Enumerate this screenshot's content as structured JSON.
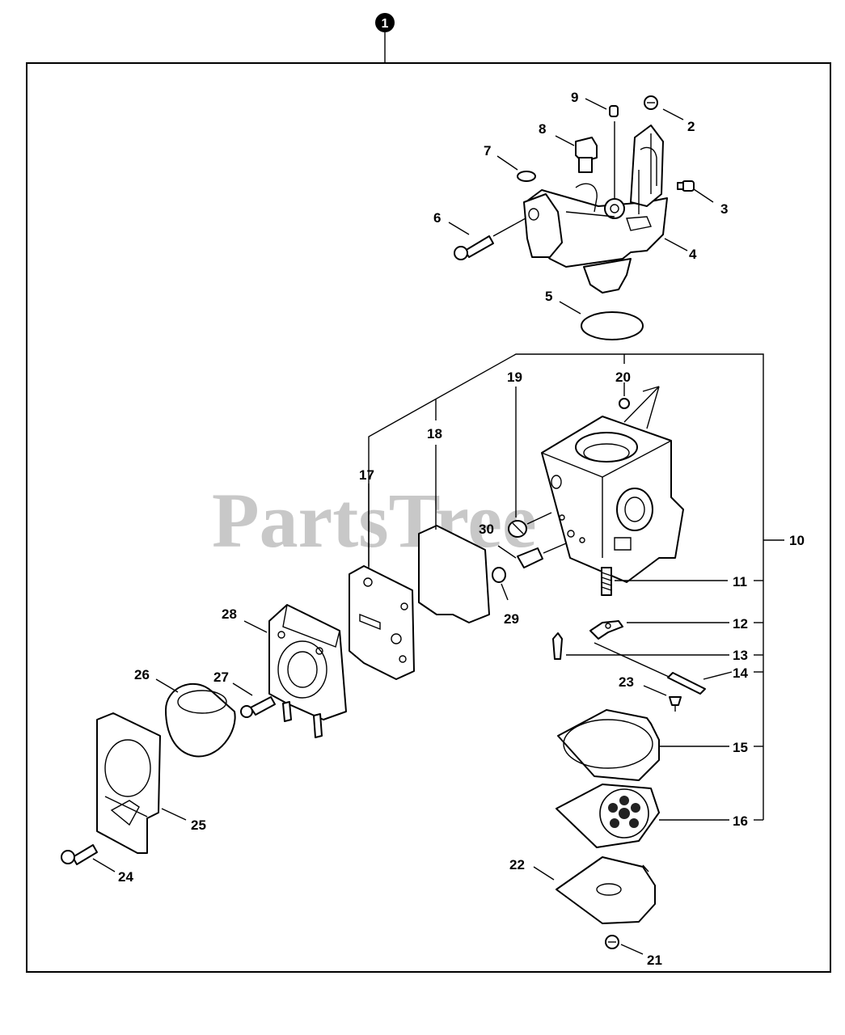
{
  "assembly_number": "1",
  "watermark": "PartsTree",
  "callouts": [
    "2",
    "3",
    "4",
    "5",
    "6",
    "7",
    "8",
    "9",
    "10",
    "11",
    "12",
    "13",
    "14",
    "15",
    "16",
    "17",
    "18",
    "19",
    "20",
    "21",
    "22",
    "23",
    "24",
    "25",
    "26",
    "27",
    "28",
    "29",
    "30"
  ]
}
